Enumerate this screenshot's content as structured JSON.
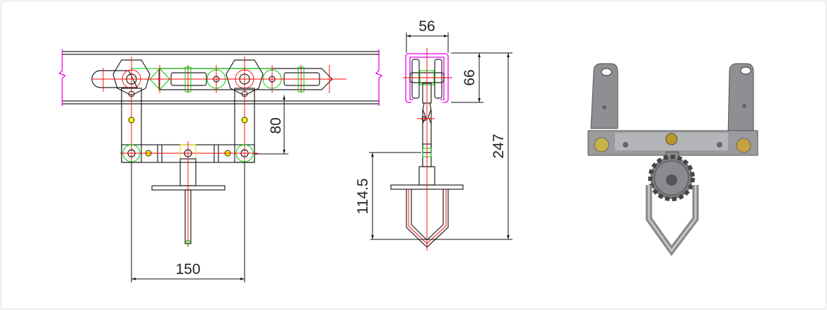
{
  "drawing": {
    "front_view": {
      "width_dimension": "150",
      "drop_dimension": "80"
    },
    "side_view": {
      "track_width_dimension": "56",
      "track_height_dimension": "66",
      "total_height_dimension": "247",
      "hanger_height_dimension": "114.5"
    }
  },
  "colors": {
    "outline": "#222222",
    "centerline": "#ff0000",
    "highlight": "#00cc00",
    "track": "#ee00ee",
    "bolt": "#ffee00"
  }
}
